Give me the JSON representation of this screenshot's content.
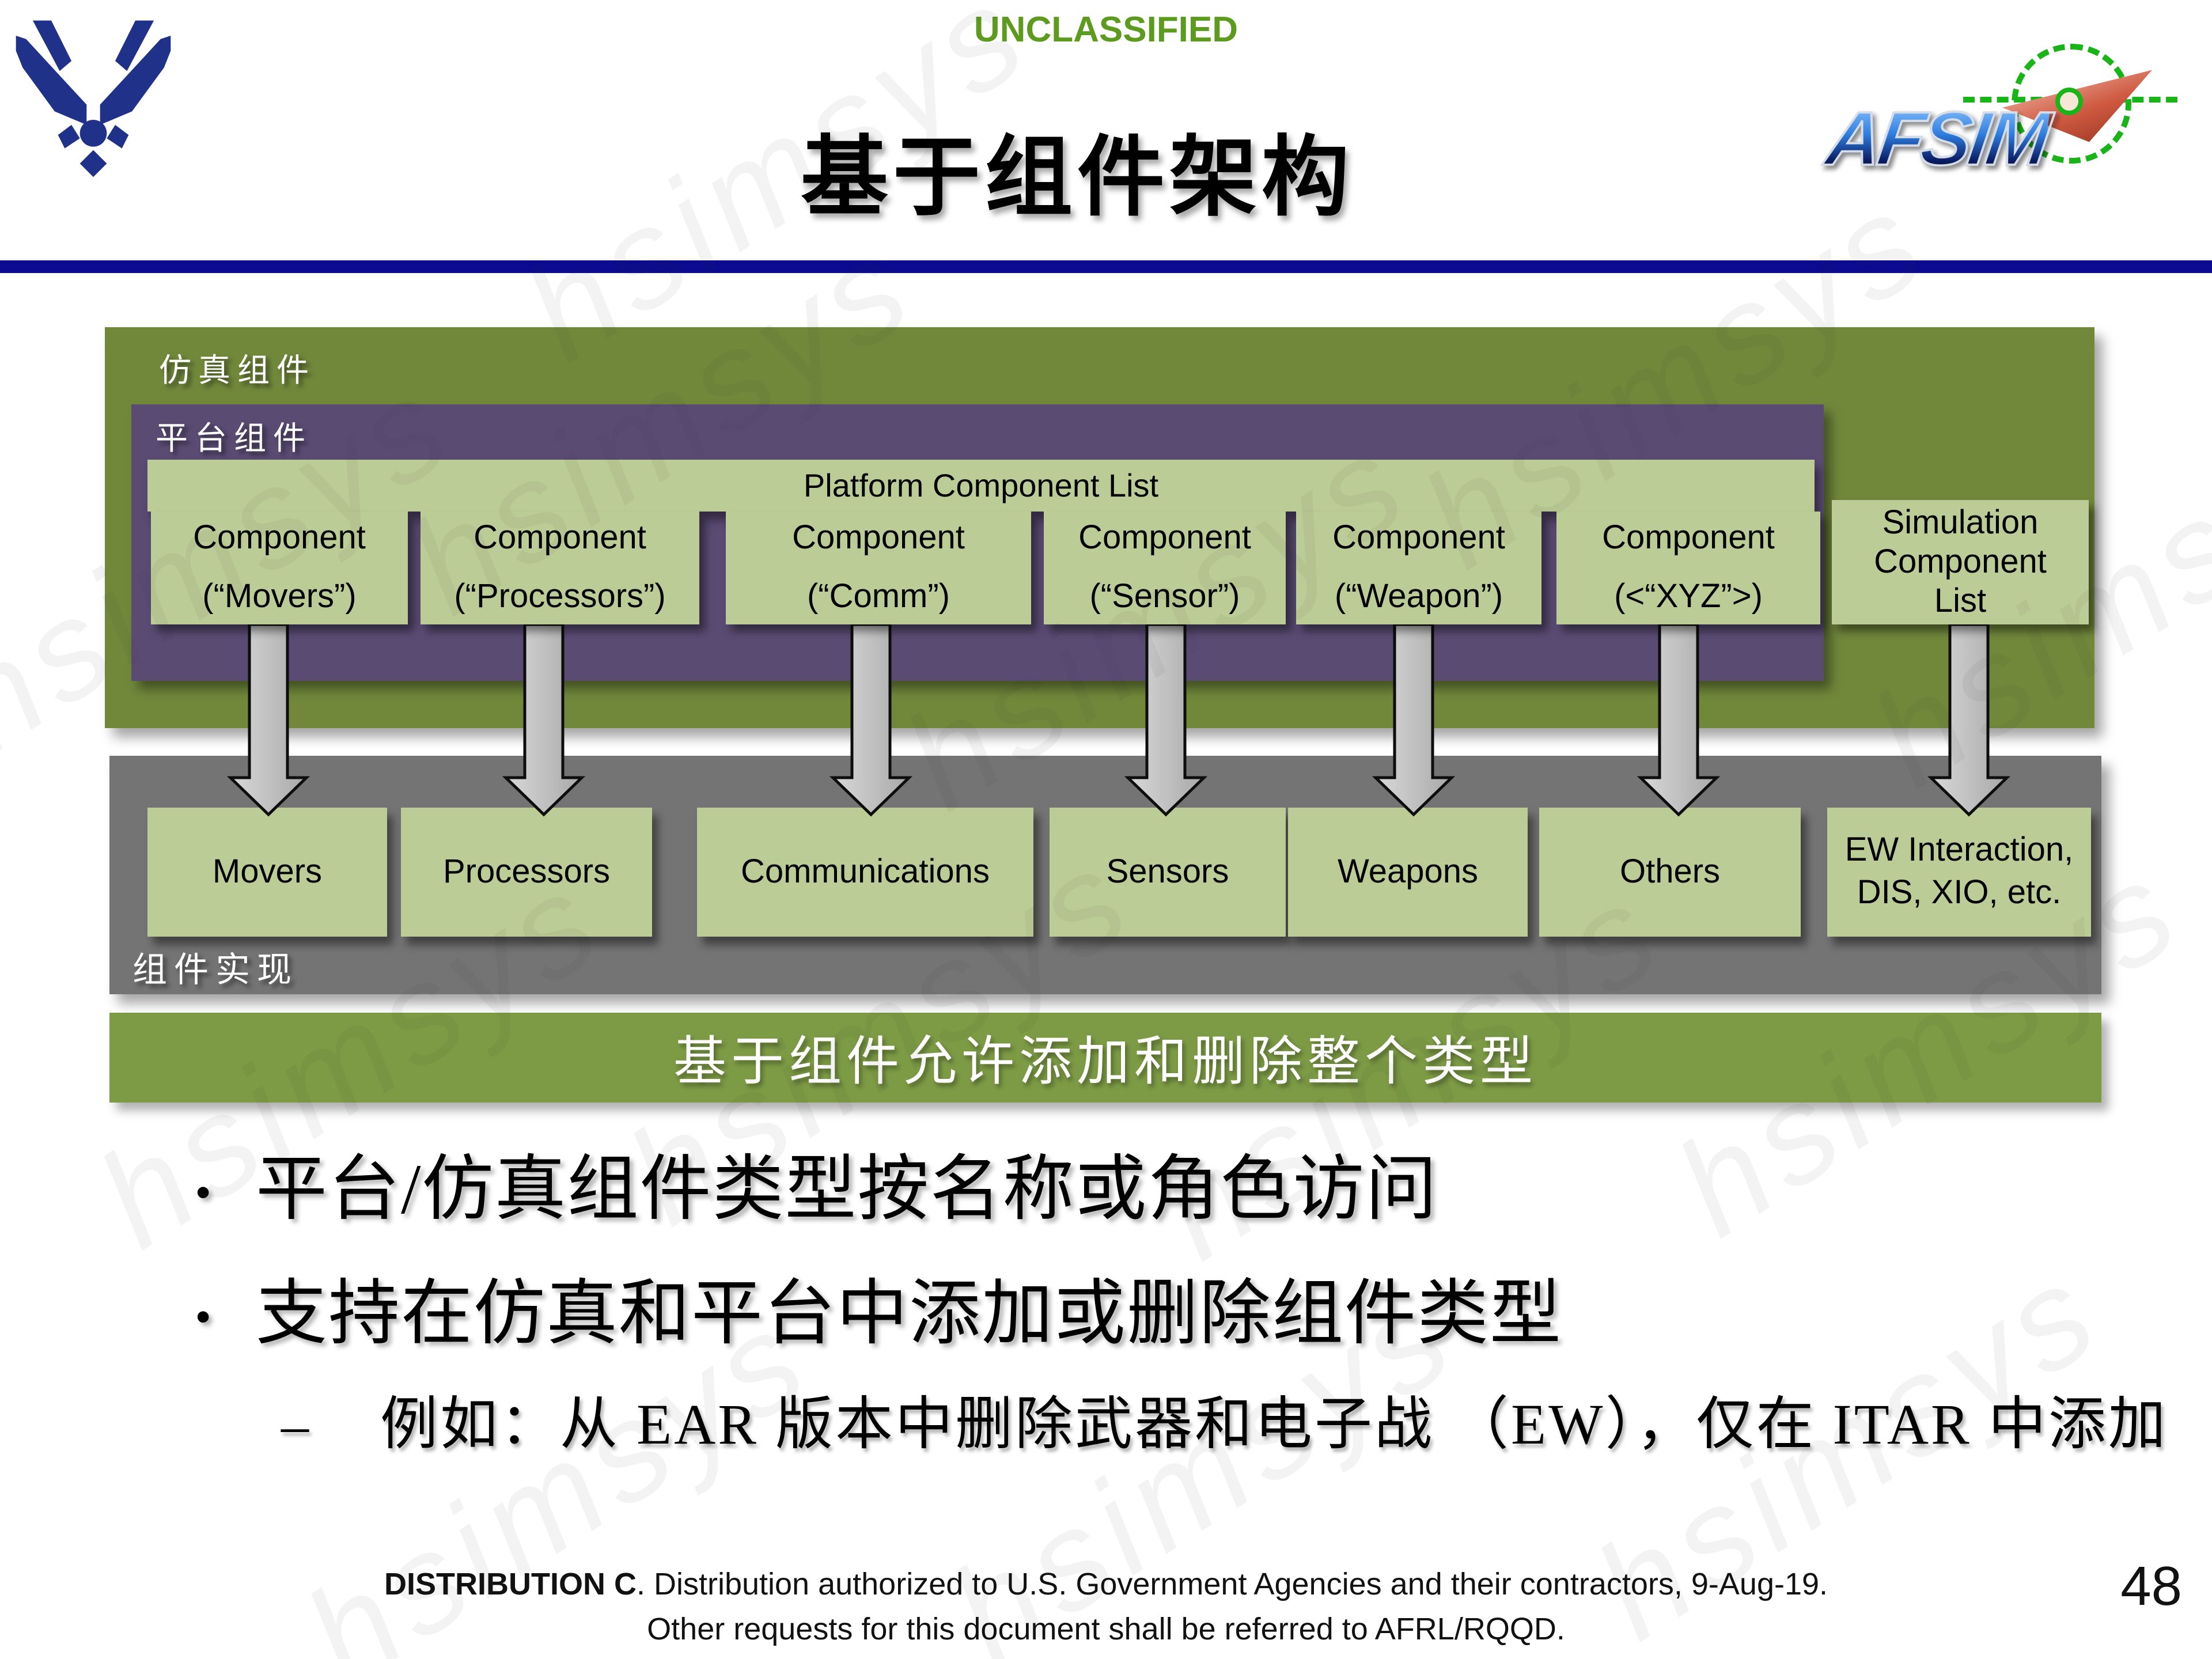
{
  "header": {
    "classification": "UNCLASSIFIED",
    "title": "基于组件架构",
    "afsim_logo_text": "AFSIM"
  },
  "diagram": {
    "simulation_group_label": "仿真组件",
    "platform_group_label": "平台组件",
    "platform_list_title": "Platform Component List",
    "platform_components": [
      {
        "title": "Component",
        "subtitle": "(“Movers”)"
      },
      {
        "title": "Component",
        "subtitle": "(“Processors”)"
      },
      {
        "title": "Component",
        "subtitle": "(“Comm”)"
      },
      {
        "title": "Component",
        "subtitle": "(“Sensor”)"
      },
      {
        "title": "Component",
        "subtitle": "(“Weapon”)"
      },
      {
        "title": "Component",
        "subtitle": "(<“XYZ”>)"
      }
    ],
    "simulation_list_label": "Simulation\nComponent\nList",
    "implementation_group_label": "组件实现",
    "implementations": [
      "Movers",
      "Processors",
      "Communications",
      "Sensors",
      "Weapons",
      "Others"
    ],
    "external_box_label": "EW Interaction,\nDIS,  XIO, etc.",
    "banner": "基于组件允许添加和删除整个类型"
  },
  "bullets": {
    "item1": "平台/仿真组件类型按名称或角色访问",
    "item2": "支持在仿真和平台中添加或删除组件类型",
    "sub_dash": "–",
    "sub_item": "例如：从 EAR 版本中删除武器和电子战 （EW），仅在 ITAR 中添加"
  },
  "footer": {
    "distribution_bold": "DISTRIBUTION C",
    "distribution_rest": ". Distribution authorized to U.S. Government Agencies and their contractors, 9-Aug-19.",
    "line2": "Other requests for this document shall be referred to AFRL/RQQD.",
    "page_number": "48"
  },
  "watermark": {
    "text": "hsimsys"
  },
  "colors": {
    "classification_green": "#5C9B1D",
    "divider_navy": "#0B0B8F",
    "group_green": "#71883B",
    "group_purple": "#5A4B73",
    "box_green": "#BCCC96",
    "panel_gray": "#747474",
    "banner_green": "#7D9B45",
    "arrow_gray": "#C1C1C1",
    "af_navy": "#1F3189"
  }
}
